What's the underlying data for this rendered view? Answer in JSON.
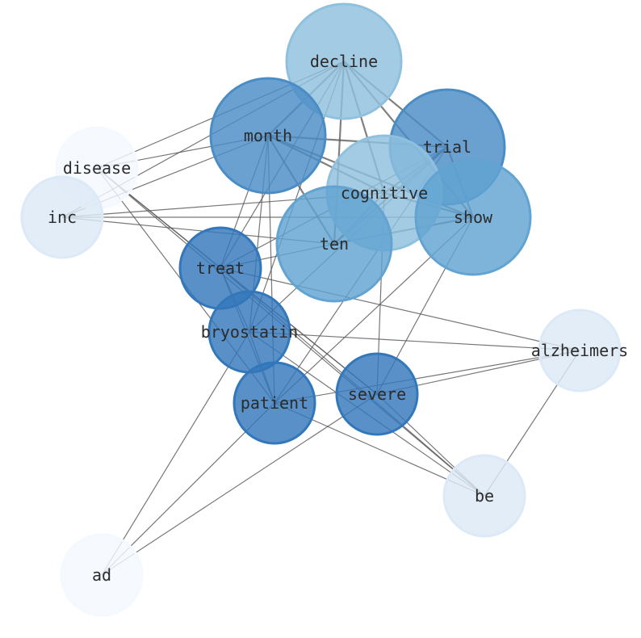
{
  "graph": {
    "edge_color": "#555555",
    "nodes": [
      {
        "id": "decline",
        "label": "decline",
        "color": "#8fc1de",
        "size": "large"
      },
      {
        "id": "month",
        "label": "month",
        "color": "#4a8cc6",
        "size": "large"
      },
      {
        "id": "trial",
        "label": "trial",
        "color": "#4a8cc6",
        "size": "large"
      },
      {
        "id": "cognitive",
        "label": "cognitive",
        "color": "#8fc1de",
        "size": "large"
      },
      {
        "id": "show",
        "label": "show",
        "color": "#62a3d2",
        "size": "large"
      },
      {
        "id": "ten",
        "label": "ten",
        "color": "#62a3d2",
        "size": "large"
      },
      {
        "id": "disease",
        "label": "disease",
        "color": "#f4f9ff",
        "size": "small"
      },
      {
        "id": "inc",
        "label": "inc",
        "color": "#dce9f6",
        "size": "small"
      },
      {
        "id": "treat",
        "label": "treat",
        "color": "#3377bb",
        "size": "small"
      },
      {
        "id": "bryostatin",
        "label": "bryostatin",
        "color": "#3377bb",
        "size": "small"
      },
      {
        "id": "patient",
        "label": "patient",
        "color": "#3377bb",
        "size": "small"
      },
      {
        "id": "severe",
        "label": "severe",
        "color": "#3377bb",
        "size": "small"
      },
      {
        "id": "alzheimers",
        "label": "alzheimers",
        "color": "#dce9f6",
        "size": "small"
      },
      {
        "id": "be",
        "label": "be",
        "color": "#dce9f6",
        "size": "small"
      },
      {
        "id": "ad",
        "label": "ad",
        "color": "#f4f9ff",
        "size": "small"
      }
    ],
    "edges": [
      [
        "decline",
        "month"
      ],
      [
        "decline",
        "trial"
      ],
      [
        "decline",
        "show"
      ],
      [
        "decline",
        "cognitive"
      ],
      [
        "decline",
        "ten"
      ],
      [
        "decline",
        "inc"
      ],
      [
        "decline",
        "disease"
      ],
      [
        "decline",
        "treat"
      ],
      [
        "decline",
        "bryostatin"
      ],
      [
        "month",
        "trial"
      ],
      [
        "month",
        "cognitive"
      ],
      [
        "month",
        "show"
      ],
      [
        "month",
        "ten"
      ],
      [
        "month",
        "inc"
      ],
      [
        "month",
        "disease"
      ],
      [
        "month",
        "treat"
      ],
      [
        "month",
        "bryostatin"
      ],
      [
        "month",
        "patient"
      ],
      [
        "trial",
        "cognitive"
      ],
      [
        "trial",
        "show"
      ],
      [
        "trial",
        "ten"
      ],
      [
        "trial",
        "treat"
      ],
      [
        "trial",
        "bryostatin"
      ],
      [
        "trial",
        "patient"
      ],
      [
        "cognitive",
        "inc"
      ],
      [
        "cognitive",
        "show"
      ],
      [
        "cognitive",
        "ten"
      ],
      [
        "cognitive",
        "severe"
      ],
      [
        "show",
        "inc"
      ],
      [
        "show",
        "ten"
      ],
      [
        "show",
        "patient"
      ],
      [
        "show",
        "severe"
      ],
      [
        "ten",
        "inc"
      ],
      [
        "ten",
        "treat"
      ],
      [
        "disease",
        "treat"
      ],
      [
        "disease",
        "be"
      ],
      [
        "disease",
        "patient"
      ],
      [
        "disease",
        "severe"
      ],
      [
        "treat",
        "bryostatin"
      ],
      [
        "treat",
        "patient"
      ],
      [
        "treat",
        "be"
      ],
      [
        "treat",
        "severe"
      ],
      [
        "treat",
        "alzheimers"
      ],
      [
        "bryostatin",
        "alzheimers"
      ],
      [
        "bryostatin",
        "be"
      ],
      [
        "bryostatin",
        "ad"
      ],
      [
        "bryostatin",
        "patient"
      ],
      [
        "patient",
        "alzheimers"
      ],
      [
        "patient",
        "be"
      ],
      [
        "patient",
        "ad"
      ],
      [
        "severe",
        "alzheimers"
      ],
      [
        "severe",
        "ad"
      ],
      [
        "severe",
        "be"
      ],
      [
        "alzheimers",
        "be"
      ]
    ]
  }
}
